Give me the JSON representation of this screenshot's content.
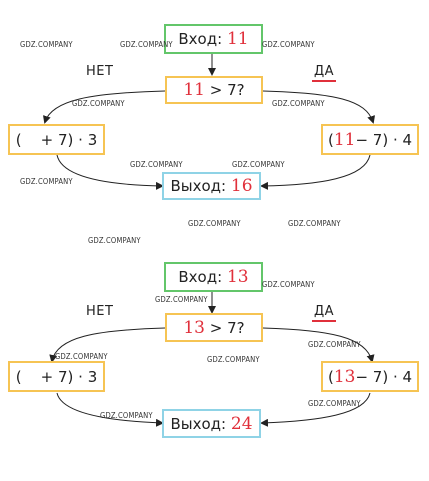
{
  "watermark": "GDZ.COMPANY",
  "diagrams": [
    {
      "input_label": "Вход:",
      "input_value": "11",
      "condition_value": "11",
      "condition_text": "> 7?",
      "no_label": "НЕТ",
      "yes_label": "ДА",
      "left_open": "(",
      "left_rest": "+ 7) · 3",
      "right_open": "(",
      "right_value": "11",
      "right_rest": "− 7) · 4",
      "output_label": "Выход:",
      "output_value": "16"
    },
    {
      "input_label": "Вход:",
      "input_value": "13",
      "condition_value": "13",
      "condition_text": "> 7?",
      "no_label": "НЕТ",
      "yes_label": "ДА",
      "left_open": "(",
      "left_rest": "+ 7) · 3",
      "right_open": "(",
      "right_value": "13",
      "right_rest": "− 7) · 4",
      "output_label": "Выход:",
      "output_value": "24"
    }
  ],
  "colors": {
    "input_border": "#63c66a",
    "process_border": "#f6c453",
    "output_border": "#8fd3e6",
    "handwriting": "#e0303b"
  }
}
